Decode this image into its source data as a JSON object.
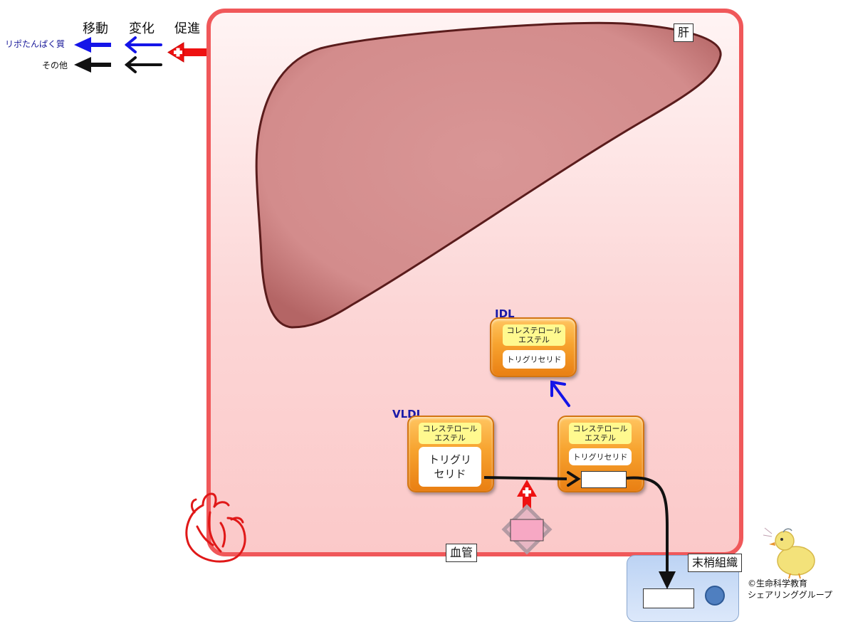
{
  "legend": {
    "headers": {
      "move": "移動",
      "change": "変化",
      "promote": "促進"
    },
    "rows": [
      {
        "label": "リポたんぱく質",
        "color": "#1515e8"
      },
      {
        "label": "その他",
        "color": "#111111"
      }
    ]
  },
  "labels": {
    "liver": "肝",
    "blood_vessel": "血管",
    "peripheral_tissue": "末梢組織"
  },
  "lipoproteins": {
    "vldl": {
      "name": "VLDL",
      "ce": "コレステロール\nエステル",
      "tg": "トリグリ\nセリド"
    },
    "idl": {
      "name": "IDL",
      "ce": "コレステロール\nエステル",
      "tg": "トリグリセリド"
    },
    "intermediate": {
      "ce": "コレステロール\nエステル",
      "tg": "トリグリセリド"
    }
  },
  "credit": "©生命科学教育\nシェアリンググループ",
  "colors": {
    "blood_border": "#f0585a",
    "liver_fill": "#d69090",
    "lipoprotein_arrow": "#1515e8",
    "other_arrow": "#111111",
    "promote": "#ee1111",
    "enzyme": "#f7a8c4"
  }
}
